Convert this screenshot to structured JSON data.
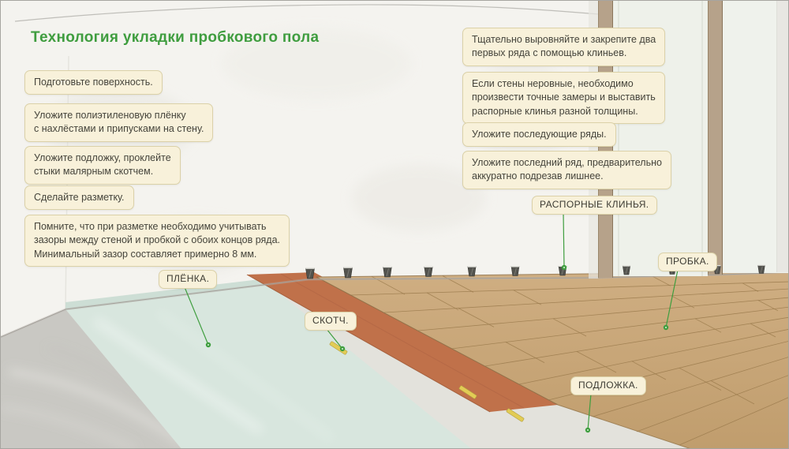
{
  "title": "Технология укладки пробкового пола",
  "left_steps": [
    {
      "text": "Подготовьте поверхность."
    },
    {
      "text": "Уложите полиэтиленовую плёнку\nс нахлёстами и припусками на стену."
    },
    {
      "text": "Уложите подложку, проклейте\nстыки малярным скотчем."
    },
    {
      "text": "Сделайте разметку."
    },
    {
      "text": "Помните, что при разметке необходимо учитывать\nзазоры между стеной и пробкой с обоих концов ряда.\nМинимальный зазор составляет примерно 8 мм."
    }
  ],
  "right_steps": [
    {
      "text": "Тщательно выровняйте и закрепите два\nпервых ряда с помощью клиньев."
    },
    {
      "text": "Если стены неровные, необходимо\nпроизвести точные замеры и выставить\nраспорные клинья разной толщины."
    },
    {
      "text": "Уложите последующие ряды."
    },
    {
      "text": "Уложите последний ряд, предварительно\nаккуратно подрезав лишнее."
    }
  ],
  "diagram_labels": {
    "wedges": "РАСПОРНЫЕ КЛИНЬЯ.",
    "cork": "ПРОБКА.",
    "film": "ПЛЁНКА.",
    "tape": "СКОТЧ.",
    "underlay": "ПОДЛОЖКА."
  },
  "colors": {
    "title_green": "#3f9d3f",
    "leader_green": "#3f9e3f",
    "box_background": "#f8f1da",
    "box_border": "#dbd1a8",
    "cork_floor": "#c8a679",
    "underlay_orange": "#c0714a",
    "film_teal": "#d8e6de",
    "concrete_gray": "#c9c8c3",
    "door_frame_tan": "#b6a28a"
  }
}
